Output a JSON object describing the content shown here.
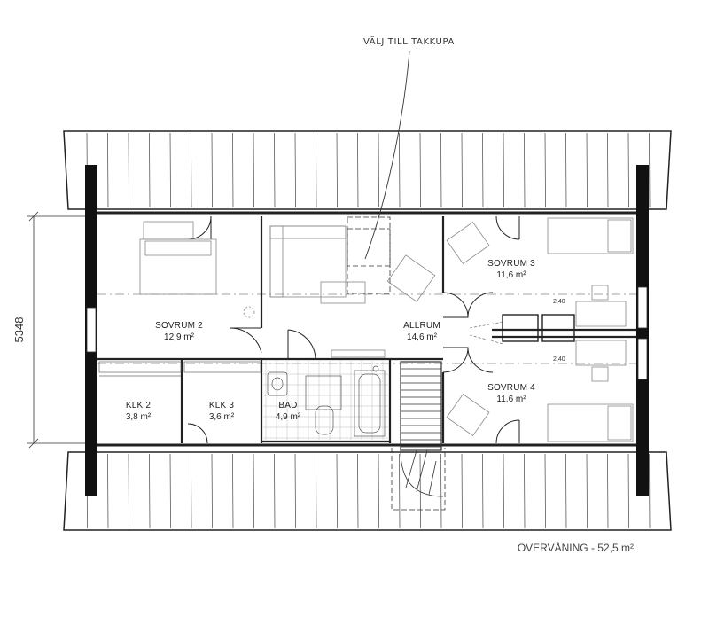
{
  "annotation": {
    "dormer_note": "VÄLJ TILL TAKKUPA"
  },
  "rooms": {
    "sovrum2": {
      "name": "SOVRUM 2",
      "area": "12,9 m²"
    },
    "allrum": {
      "name": "ALLRUM",
      "area": "14,6 m²"
    },
    "sovrum3": {
      "name": "SOVRUM 3",
      "area": "11,6 m²"
    },
    "sovrum4": {
      "name": "SOVRUM 4",
      "area": "11,6 m²"
    },
    "klk2": {
      "name": "KLK 2",
      "area": "3,8 m²"
    },
    "klk3": {
      "name": "KLK 3",
      "area": "3,6 m²"
    },
    "bad": {
      "name": "BAD",
      "area": "4,9 m²"
    }
  },
  "dimensions": {
    "overall_depth": "5348",
    "ceiling_height_a": "2,40",
    "ceiling_height_b": "2,40"
  },
  "caption": "ÖVERVÅNING - 52,5 m²"
}
